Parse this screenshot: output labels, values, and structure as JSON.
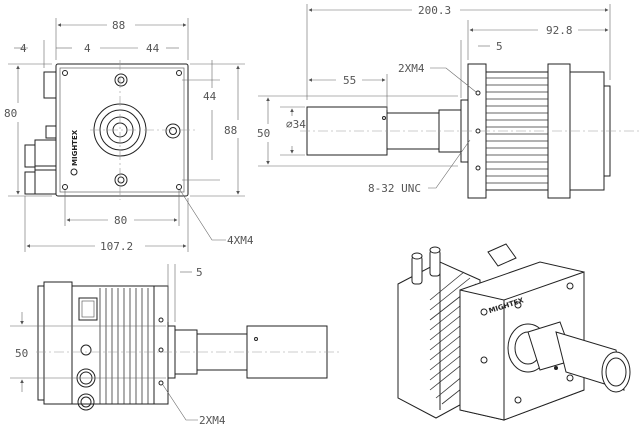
{
  "front_view": {
    "width_top": "88",
    "offset_left_a": "4",
    "offset_left_b": "4",
    "hole_spacing_top": "44",
    "height_left": "80",
    "hole_spacing_right": "44",
    "height_right": "88",
    "hole_spacing_bottom": "80",
    "overall_width": "107.2",
    "bottom_holes": "4XM4",
    "logo_text": "MIGHTEX"
  },
  "side_view": {
    "overall_length": "200.3",
    "body_length": "92.8",
    "flange_offset": "5",
    "tube_length": "55",
    "tube_diameter": "∅34",
    "flange_height": "50",
    "flange_holes": "2XM4",
    "mount_thread": "8-32 UNC"
  },
  "top_view": {
    "flange_offset": "5",
    "flange_height": "50",
    "flange_holes": "2XM4"
  },
  "iso_view": {
    "logo_text": "MIGHTEX"
  },
  "colors": {
    "line": "#222222",
    "dimension": "#555555",
    "background": "#ffffff"
  }
}
